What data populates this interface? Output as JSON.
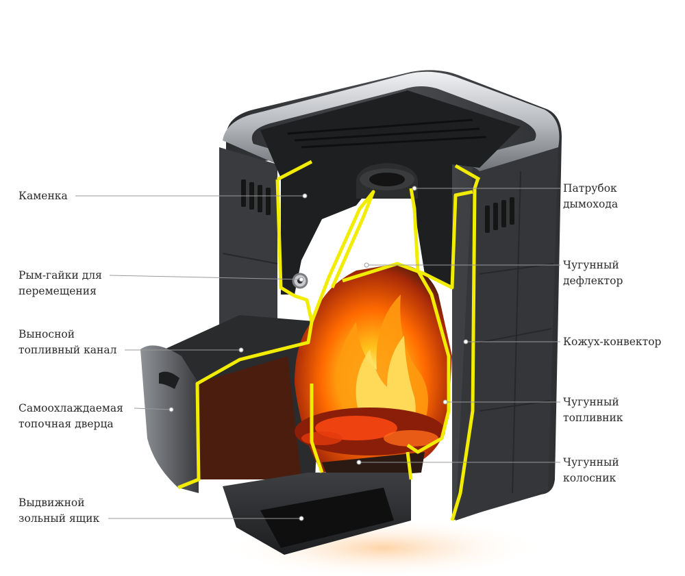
{
  "colors": {
    "background": "#ffffff",
    "label_text": "#2b2b2b",
    "leader_line": "#9a9a9a",
    "section_highlight": "#f2ec00",
    "casing": "#3b3c3e",
    "casing_light": "#6a6c70",
    "rim": "#c9cbcf",
    "firebox_interior": "#5a2412",
    "flame": "#ff7a00",
    "ember": "#ff3b0a"
  },
  "labels": {
    "kamenka": [
      "Каменка"
    ],
    "rym_gaiki": [
      "Рым-гайки для",
      "перемещения"
    ],
    "vynosnoi_kanal": [
      "Выносной",
      "топливный канал"
    ],
    "dvertsa": [
      "Самоохлаждаемая",
      "топочная дверца"
    ],
    "zolny_yashchik": [
      "Выдвижной",
      "зольный ящик"
    ],
    "patrubok": [
      "Патрубок",
      "дымохода"
    ],
    "deflektor": [
      "Чугунный",
      "дефлектор"
    ],
    "kozhukh": [
      "Кожух-конвектор"
    ],
    "toplivnik": [
      "Чугунный",
      "топливник"
    ],
    "kolosnik": [
      "Чугунный",
      "колосник"
    ]
  }
}
